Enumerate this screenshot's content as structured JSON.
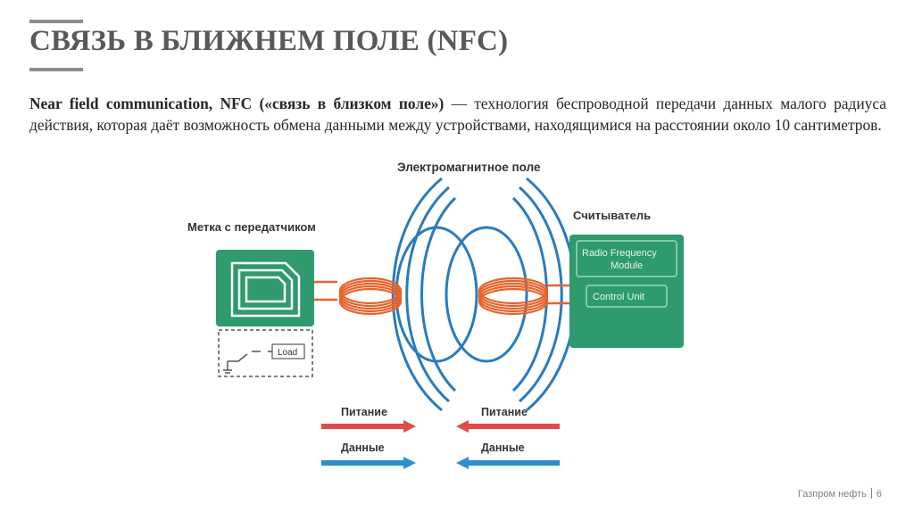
{
  "slide": {
    "title": "СВЯЗЬ В БЛИЖНЕМ ПОЛЕ (NFC)",
    "intro_bold": "Near field communication, NFC («связь в близком поле»)",
    "intro_rest": " — технология беспроводной передачи данных малого радиуса действия, которая даёт возможность обмена данными между устройствами, находящимися на расстоянии около 10 сантиметров."
  },
  "diagram": {
    "field_label": "Электромагнитное поле",
    "tag_label": "Метка с передатчиком",
    "reader_label": "Считыватель",
    "rf_module_line1": "Radio Frequency",
    "rf_module_line2": "Module",
    "control_unit": "Control Unit",
    "load_label": "Load",
    "power_left": "Питание",
    "power_right": "Питание",
    "data_left": "Данные",
    "data_right": "Данные",
    "colors": {
      "green": "#2e9a6e",
      "coil": "#e8622b",
      "field": "#2a7bbd",
      "power_arrow": "#e24a4a",
      "data_arrow": "#2a8fd1"
    }
  },
  "footer": {
    "company": "Газпром нефть",
    "page": "6"
  }
}
